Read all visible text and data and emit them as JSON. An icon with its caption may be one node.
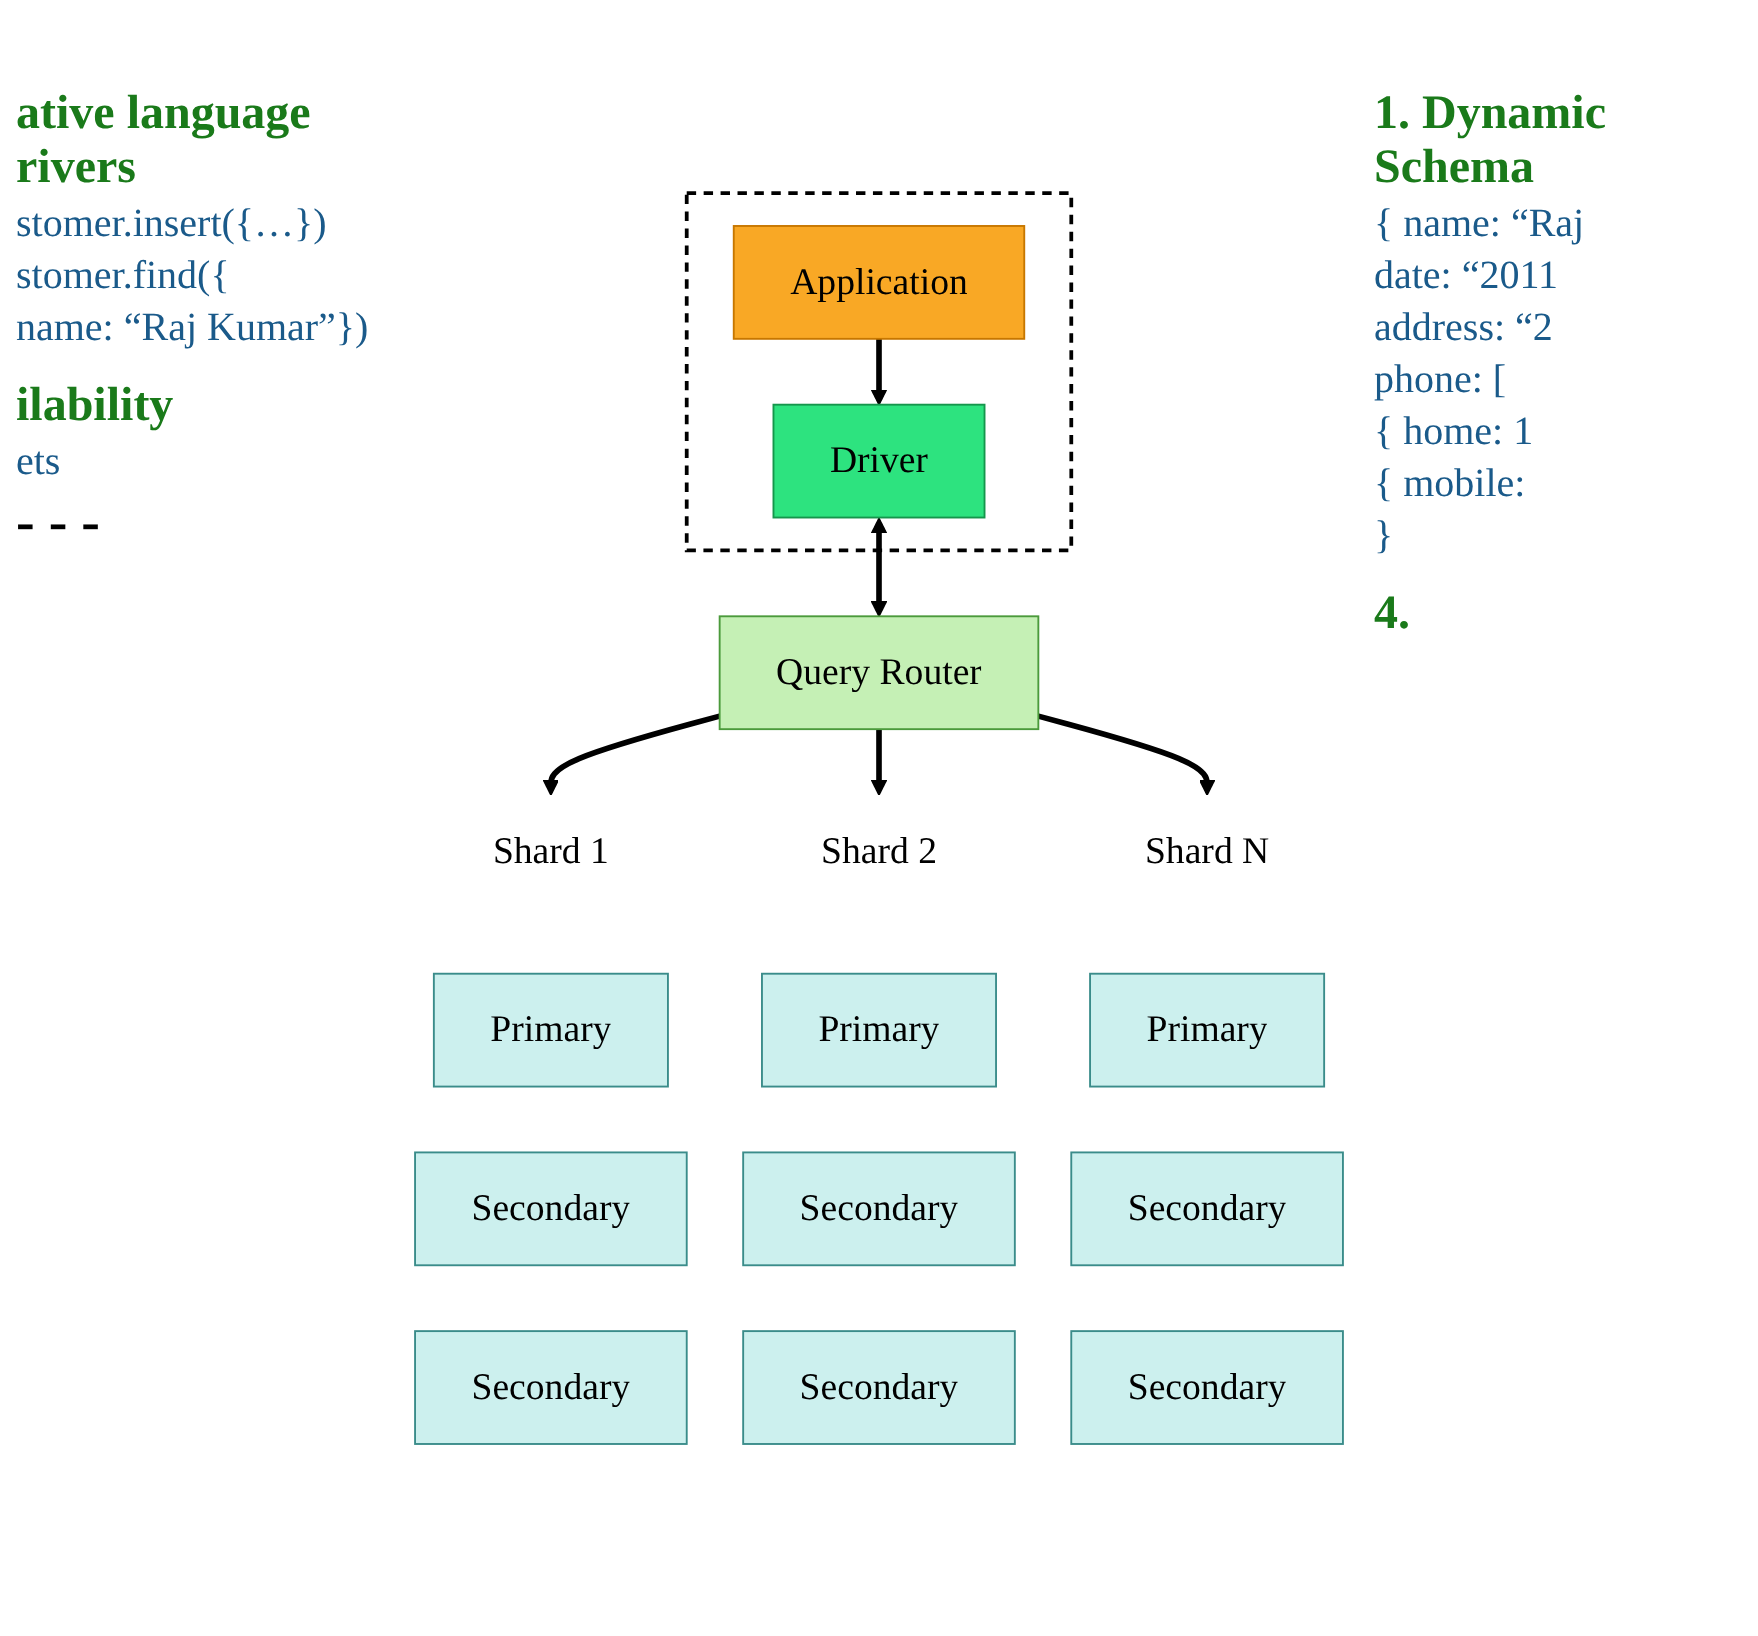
{
  "diagram": {
    "nodes": [
      {
        "text": [],
        "shape": "box"
      },
      {
        "text": [
          "Application"
        ],
        "in": 0
      },
      {
        "text": [
          "Driver"
        ],
        "in": 0
      },
      {
        "text": [
          "Query Router"
        ]
      },
      {
        "text": [
          "Shard 1"
        ]
      },
      {
        "text": [
          "Primary"
        ]
      },
      {
        "text": [
          "Secondary"
        ]
      },
      {
        "text": [
          "Secondary"
        ]
      },
      {
        "text": [
          "Shard 2"
        ]
      },
      {
        "text": [
          "Primary"
        ]
      },
      {
        "text": [
          "Secondary"
        ]
      },
      {
        "text": [
          "Secondary"
        ]
      },
      {
        "text": [
          "Shard N"
        ]
      },
      {
        "text": [
          "Primary"
        ]
      },
      {
        "text": [
          "Secondary"
        ]
      },
      {
        "text": [
          "Secondary"
        ]
      }
    ],
    "edges": [
      {
        "from": 1,
        "to": 2,
        "arrow": "to"
      },
      {
        "from": 2,
        "to": 3,
        "arrow": "both"
      },
      {
        "from": 3,
        "to": 4,
        "arrow": "to"
      },
      {
        "from": 3,
        "to": 8,
        "arrow": "to"
      },
      {
        "from": 3,
        "to": 12,
        "arrow": "to"
      }
    ],
    "labels": [
      "ative language rivers",
      "stomer.insert({…})",
      "stomer.find({",
      "name: “Raj Kumar”})",
      "ilability",
      "ets",
      "1. Dynamic Schema",
      "{ name: “Raj",
      "date: “2011",
      "address: “2",
      "phone: [",
      "{ home: 1",
      "{ mobile:",
      "}",
      "4.",
      "- - -"
    ]
  }
}
